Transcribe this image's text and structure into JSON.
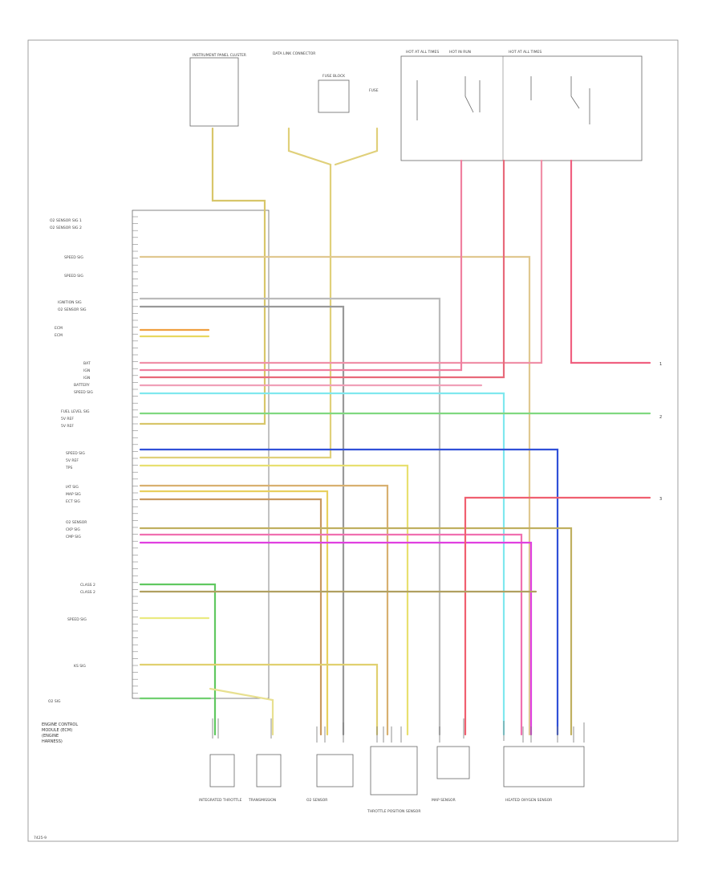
{
  "diagram": {
    "module_label": [
      "ENGINE CONTROL",
      "MODULE (ECM)",
      "(ENGINE",
      "HARNESS)"
    ],
    "left_pins": [
      "O2 SENSOR SIG 1",
      "O2 SENSOR SIG 2",
      "SPEED SIG",
      "SPEED SIG",
      "IGNITION SIG",
      "O2 SENSOR SIG",
      "ECM",
      "ECM",
      "BAT",
      "IGN",
      "IGN",
      "BATTERY",
      "SPEED SIG",
      "FUEL LEVEL SIG",
      "5V REF",
      "5V REF",
      "SPEED SIG",
      "5V REF",
      "TPS",
      "IAT SIG",
      "MAP SIG",
      "ECT SIG",
      "O2 SENSOR",
      "CKP SIG",
      "CMP SIG",
      "CLASS 2",
      "CLASS 2",
      "SPEED SIG",
      "KS SIG",
      "O2 SIG"
    ],
    "top_components": [
      "INSTRUMENT PANEL CLUSTER",
      "DATA LINK CONNECTOR",
      "FUSE BLOCK",
      "FUSE",
      "HOT AT ALL TIMES",
      "HOT IN RUN",
      "HOT AT ALL TIMES"
    ],
    "bottom_components": [
      "INTEGRATED THROTTLE",
      "TRANSMISSION",
      "O2 SENSOR",
      "THROTTLE POSITION SENSOR",
      "MAP SENSOR",
      "HEATED OXYGEN SENSOR"
    ],
    "right_refs": [
      "1",
      "2",
      "3"
    ],
    "footer_id": "7425-9"
  },
  "colors": {
    "yellow": "#d8c66a",
    "tan": "#c8a060",
    "pink": "#f08aa0",
    "red": "#e86a7a",
    "cyan": "#7fe8ee",
    "green": "#80d880",
    "blue": "#3050d8",
    "magenta": "#e040e0",
    "orange": "#f0a040",
    "gray": "#888888"
  }
}
